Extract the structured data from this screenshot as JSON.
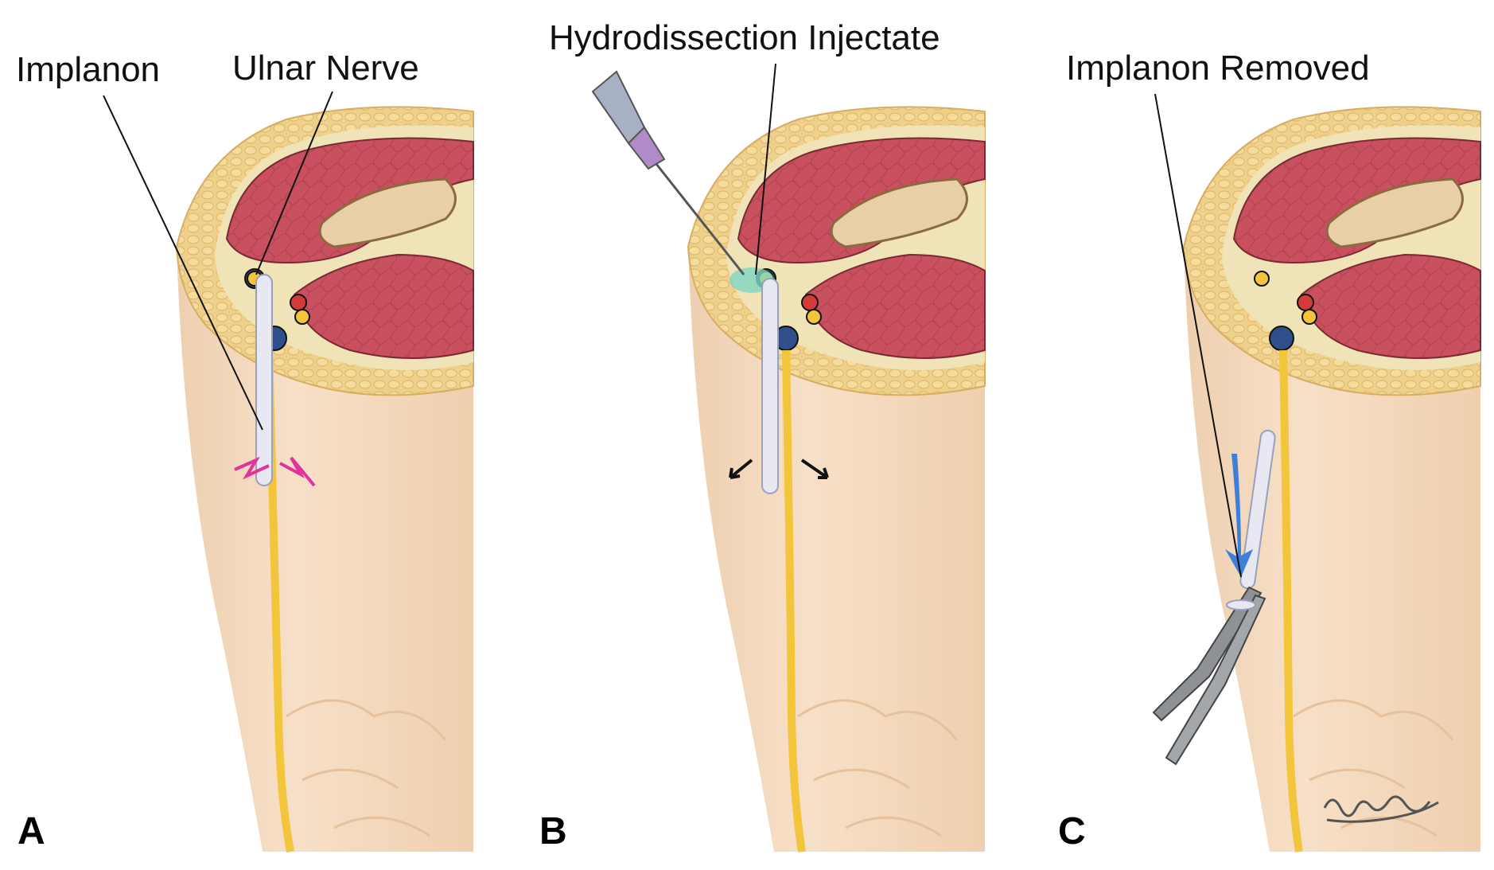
{
  "panels": [
    {
      "letter": "A",
      "labels": [
        "Implanon",
        "Ulnar Nerve"
      ]
    },
    {
      "letter": "B",
      "labels": [
        "Hydrodissection Injectate"
      ]
    },
    {
      "letter": "C",
      "labels": [
        "Implanon Removed"
      ]
    }
  ],
  "colors": {
    "skin": "#f5dcc2",
    "skin_shadow": "#e9c6a3",
    "fat_layer": "#efd08a",
    "muscle": "#c9505e",
    "muscle_dark": "#a63a48",
    "bone": "#e8cfa8",
    "nerve": "#f2c53a",
    "artery": "#d33a3a",
    "vein": "#2f4f8a",
    "implant": "#e8e8f2",
    "injectate": "#7fd6c0",
    "spark": "#e0339b",
    "arrow_blue": "#3d7fd9",
    "forceps": "#8e9196",
    "syringe": "#a8b0c4",
    "needle_hub": "#b08ac9"
  },
  "icons": [
    "nerve-spark-icon",
    "syringe-icon",
    "forceps-icon",
    "direction-arrow-icon"
  ]
}
